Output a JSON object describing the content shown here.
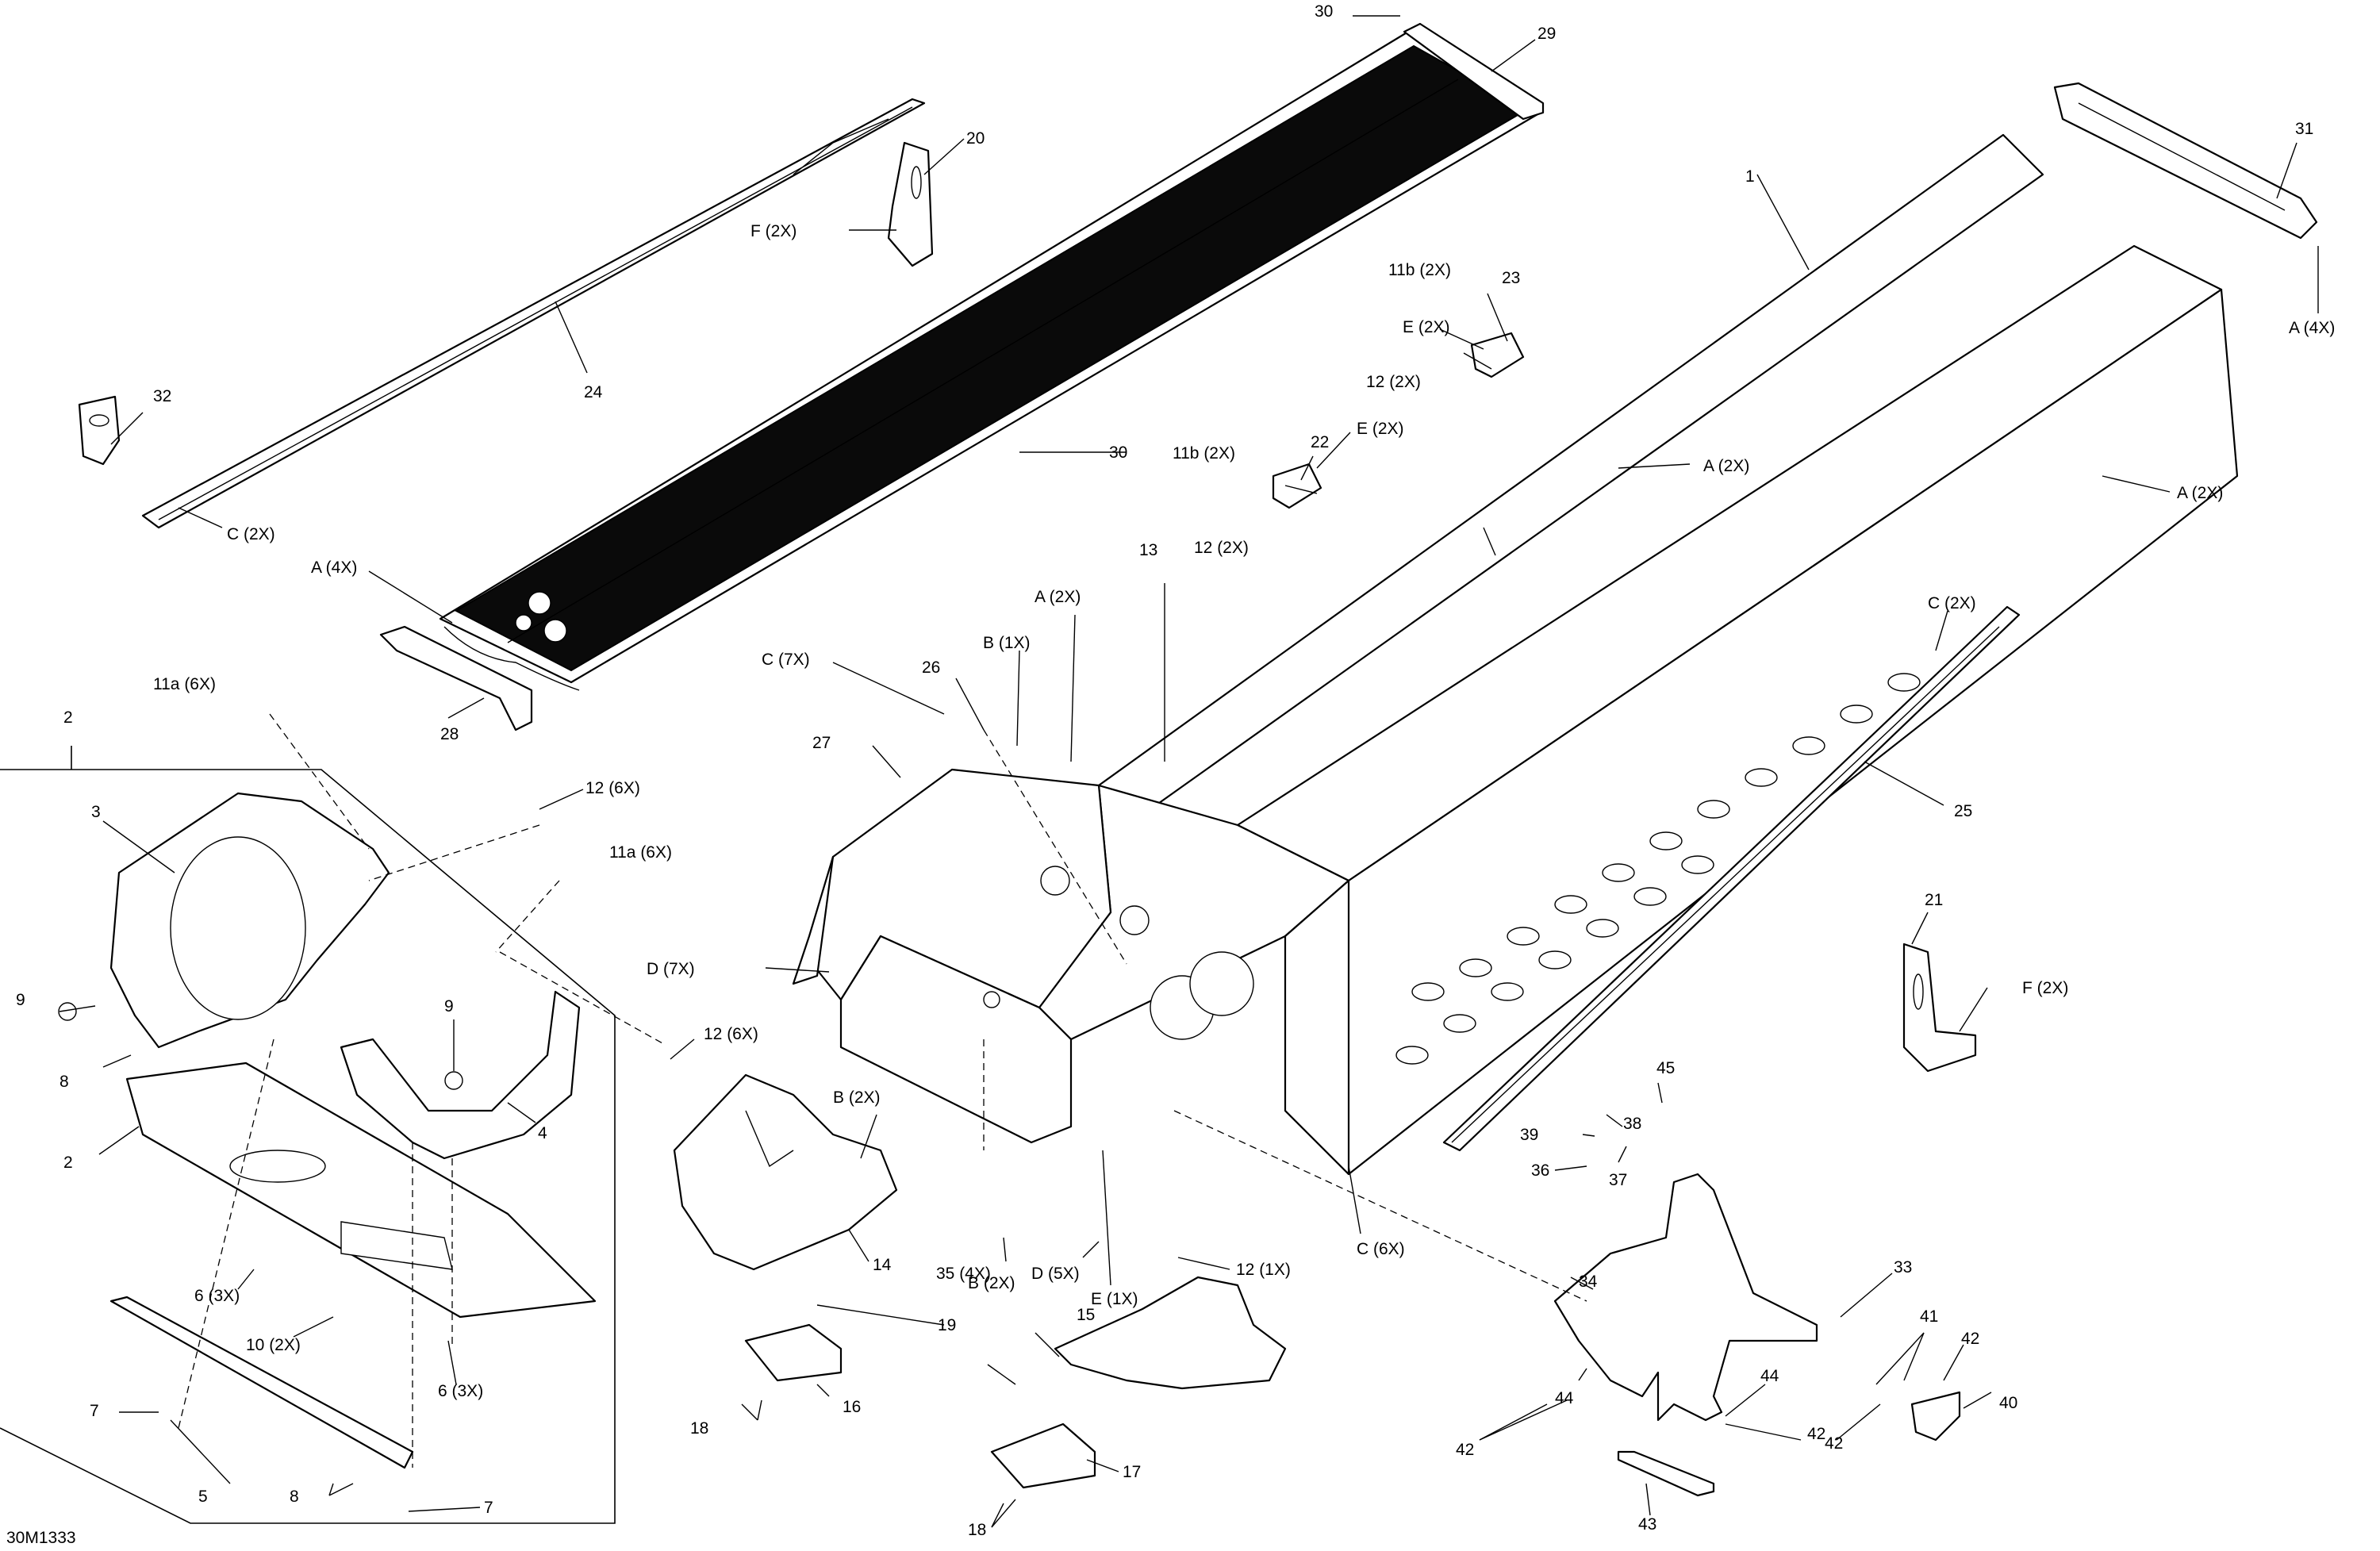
{
  "drawing_code": "30M1333",
  "callouts": [
    {
      "id": "c30top",
      "text": "30"
    },
    {
      "id": "c29",
      "text": "29"
    },
    {
      "id": "c31",
      "text": "31"
    },
    {
      "id": "c20",
      "text": "20"
    },
    {
      "id": "cF2top",
      "text": "F (2X)"
    },
    {
      "id": "c24",
      "text": "24"
    },
    {
      "id": "c32",
      "text": "32"
    },
    {
      "id": "cC2left",
      "text": "C (2X)"
    },
    {
      "id": "c1",
      "text": "1"
    },
    {
      "id": "c11b_1",
      "text": "11b (2X)"
    },
    {
      "id": "c23",
      "text": "23"
    },
    {
      "id": "cE2_1",
      "text": "E (2X)"
    },
    {
      "id": "c12_2a",
      "text": "12 (2X)"
    },
    {
      "id": "cA4right",
      "text": "A (4X)"
    },
    {
      "id": "c30mid",
      "text": "30"
    },
    {
      "id": "c11b_2",
      "text": "11b (2X)"
    },
    {
      "id": "c22",
      "text": "22"
    },
    {
      "id": "cE2_2",
      "text": "E (2X)"
    },
    {
      "id": "cA2mid",
      "text": "A (2X)"
    },
    {
      "id": "cA2right",
      "text": "A (2X)"
    },
    {
      "id": "c12_2b",
      "text": "12 (2X)"
    },
    {
      "id": "cA4left",
      "text": "A (4X)"
    },
    {
      "id": "c13",
      "text": "13"
    },
    {
      "id": "cA2center",
      "text": "A (2X)"
    },
    {
      "id": "cC2right",
      "text": "C (2X)"
    },
    {
      "id": "c11a_top",
      "text": "11a (6X)"
    },
    {
      "id": "cB1",
      "text": "B (1X)"
    },
    {
      "id": "cC7",
      "text": "C (7X)"
    },
    {
      "id": "c26",
      "text": "26"
    },
    {
      "id": "c28",
      "text": "28"
    },
    {
      "id": "c2top",
      "text": "2"
    },
    {
      "id": "c27",
      "text": "27"
    },
    {
      "id": "c12_6a",
      "text": "12 (6X)"
    },
    {
      "id": "c3",
      "text": "3"
    },
    {
      "id": "c25",
      "text": "25"
    },
    {
      "id": "c11a_mid",
      "text": "11a (6X)"
    },
    {
      "id": "c21",
      "text": "21"
    },
    {
      "id": "cD7",
      "text": "D (7X)"
    },
    {
      "id": "cF2right",
      "text": "F (2X)"
    },
    {
      "id": "c9left",
      "text": "9"
    },
    {
      "id": "c9mid",
      "text": "9"
    },
    {
      "id": "c12_6b",
      "text": "12 (6X)"
    },
    {
      "id": "c8top",
      "text": "8"
    },
    {
      "id": "cB2a",
      "text": "B (2X)"
    },
    {
      "id": "c45",
      "text": "45"
    },
    {
      "id": "c4",
      "text": "4"
    },
    {
      "id": "c2left",
      "text": "2"
    },
    {
      "id": "cC6",
      "text": "C (6X)"
    },
    {
      "id": "c39",
      "text": "39"
    },
    {
      "id": "c38",
      "text": "38"
    },
    {
      "id": "c36",
      "text": "36"
    },
    {
      "id": "c37",
      "text": "37"
    },
    {
      "id": "c35",
      "text": "35 (4X)"
    },
    {
      "id": "cD5",
      "text": "D (5X)"
    },
    {
      "id": "c12_1",
      "text": "12 (1X)"
    },
    {
      "id": "cE1",
      "text": "E (1X)"
    },
    {
      "id": "c14",
      "text": "14"
    },
    {
      "id": "c34",
      "text": "34"
    },
    {
      "id": "c33",
      "text": "33"
    },
    {
      "id": "c6_3a",
      "text": "6 (3X)"
    },
    {
      "id": "cB2b",
      "text": "B (2X)"
    },
    {
      "id": "c15",
      "text": "15"
    },
    {
      "id": "c10",
      "text": "10 (2X)"
    },
    {
      "id": "c19",
      "text": "19"
    },
    {
      "id": "c6_3b",
      "text": "6 (3X)"
    },
    {
      "id": "c7top",
      "text": "7"
    },
    {
      "id": "c16",
      "text": "16"
    },
    {
      "id": "c41",
      "text": "41"
    },
    {
      "id": "c42a",
      "text": "42"
    },
    {
      "id": "c44a",
      "text": "44"
    },
    {
      "id": "c44b",
      "text": "44"
    },
    {
      "id": "c40",
      "text": "40"
    },
    {
      "id": "c18a",
      "text": "18"
    },
    {
      "id": "c42b",
      "text": "42"
    },
    {
      "id": "c42c",
      "text": "42"
    },
    {
      "id": "c42d",
      "text": "42"
    },
    {
      "id": "c5",
      "text": "5"
    },
    {
      "id": "c17",
      "text": "17"
    },
    {
      "id": "c8bottom",
      "text": "8"
    },
    {
      "id": "c7bottom",
      "text": "7"
    },
    {
      "id": "c43",
      "text": "43"
    },
    {
      "id": "c18b",
      "text": "18"
    }
  ]
}
